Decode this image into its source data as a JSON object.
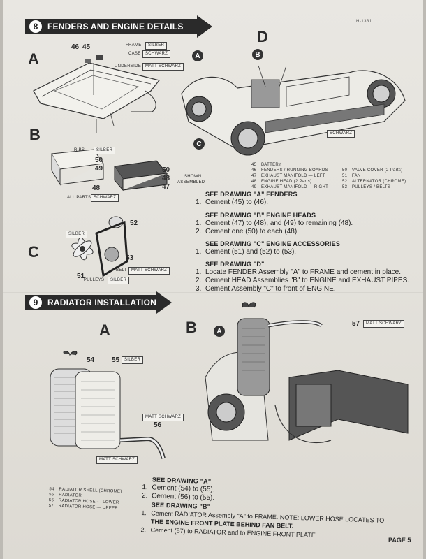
{
  "part_number": "H-1331",
  "page_label": "PAGE 5",
  "section8": {
    "number": "8",
    "title": "FENDERS AND ENGINE DETAILS",
    "drawing_letters": {
      "a": "A",
      "b": "B",
      "c": "C",
      "d": "D"
    },
    "frame_tags": {
      "frame_label": "FRAME",
      "frame_value": "SILBER",
      "case_label": "CASE",
      "case_value": "SCHWARZ",
      "underside_label": "UNDERSIDE",
      "underside_value": "MATT SCHWARZ",
      "part_46": "46",
      "part_45": "45"
    },
    "b_tags": {
      "ribs_label": "RIBS",
      "ribs_value": "SILBER",
      "all_parts_label": "ALL PARTS",
      "all_parts_value": "SCHWARZ",
      "p50a": "50",
      "p49": "49",
      "p48a": "48",
      "p50b": "50",
      "p48b": "48",
      "p47": "47",
      "shown": "SHOWN",
      "assembled": "ASSEMBLED"
    },
    "c_tags": {
      "silber": "SILBER",
      "p52": "52",
      "p53": "53",
      "p51": "51",
      "belt_label": "BELT",
      "belt_value": "MATT SCHWARZ",
      "pulleys_label": "PULLEYS",
      "pulleys_value": "SILBER"
    },
    "d_tags": {
      "schwarz": "SCHWARZ",
      "circle_a": "A",
      "circle_b": "B",
      "circle_c": "C"
    },
    "legend_left": [
      {
        "n": "45",
        "text": "BATTERY"
      },
      {
        "n": "46",
        "text": "FENDERS / RUNNING BOARDS"
      },
      {
        "n": "47",
        "text": "EXHAUST MANIFOLD — LEFT"
      },
      {
        "n": "48",
        "text": "ENGINE HEAD (2 Parts)"
      },
      {
        "n": "49",
        "text": "EXHAUST MANIFOLD — RIGHT"
      }
    ],
    "legend_right": [
      {
        "n": "50",
        "text": "VALVE COVER (2 Parts)"
      },
      {
        "n": "51",
        "text": "FAN"
      },
      {
        "n": "52",
        "text": "ALTERNATOR (CHROME)"
      },
      {
        "n": "53",
        "text": "PULLEYS / BELTS"
      }
    ],
    "instructions": [
      {
        "head": "SEE DRAWING \"A\" FENDERS",
        "steps": [
          {
            "n": "1.",
            "text": "Cement (45) to (46)."
          }
        ]
      },
      {
        "head": "SEE DRAWING \"B\" ENGINE HEADS",
        "steps": [
          {
            "n": "1.",
            "text": "Cement (47) to (48), and (49) to remaining (48)."
          },
          {
            "n": "2.",
            "text": "Cement one (50) to each (48)."
          }
        ]
      },
      {
        "head": "SEE DRAWING \"C\" ENGINE ACCESSORIES",
        "steps": [
          {
            "n": "1.",
            "text": "Cement (51) and (52) to (53)."
          }
        ]
      },
      {
        "head": "SEE DRAWING \"D\"",
        "steps": [
          {
            "n": "1.",
            "text": "Locate FENDER Assembly \"A\" to FRAME and cement in place."
          },
          {
            "n": "2.",
            "text": "Cement HEAD Assemblies \"B\" to ENGINE and EXHAUST PIPES."
          },
          {
            "n": "3.",
            "text": "Cement Assembly \"C\" to front of ENGINE."
          }
        ]
      }
    ]
  },
  "section9": {
    "number": "9",
    "title": "RADIATOR INSTALLATION",
    "drawing_letters": {
      "a": "A",
      "b": "B"
    },
    "a_tags": {
      "p54": "54",
      "p55": "55",
      "silber": "SILBER",
      "matt_schwarz_top": "MATT SCHWARZ",
      "p56": "56",
      "matt_schwarz_bottom": "MATT SCHWARZ"
    },
    "b_tags": {
      "p57": "57",
      "matt_schwarz": "MATT SCHWARZ",
      "circle_a": "A"
    },
    "legend": [
      {
        "n": "54",
        "text": "RADIATOR SHELL (CHROME)"
      },
      {
        "n": "55",
        "text": "RADIATOR"
      },
      {
        "n": "56",
        "text": "RADIATOR HOSE — LOWER"
      },
      {
        "n": "57",
        "text": "RADIATOR HOSE — UPPER"
      }
    ],
    "instructions": [
      {
        "head": "SEE DRAWING \"A\"",
        "steps": [
          {
            "n": "1.",
            "text": "Cement (54) to (55)."
          },
          {
            "n": "2.",
            "text": "Cement (56) to (55)."
          }
        ]
      },
      {
        "head": "SEE DRAWING \"B\"",
        "steps": [
          {
            "n": "1.",
            "text": "Cement RADIATOR Assembly \"A\" to FRAME. NOTE: LOWER HOSE LOCATES TO"
          },
          {
            "n": "",
            "text": "THE ENGINE FRONT PLATE BEHIND FAN BELT."
          },
          {
            "n": "2.",
            "text": "Cement (57) to RADIATOR and to ENGINE FRONT PLATE."
          }
        ]
      }
    ]
  }
}
